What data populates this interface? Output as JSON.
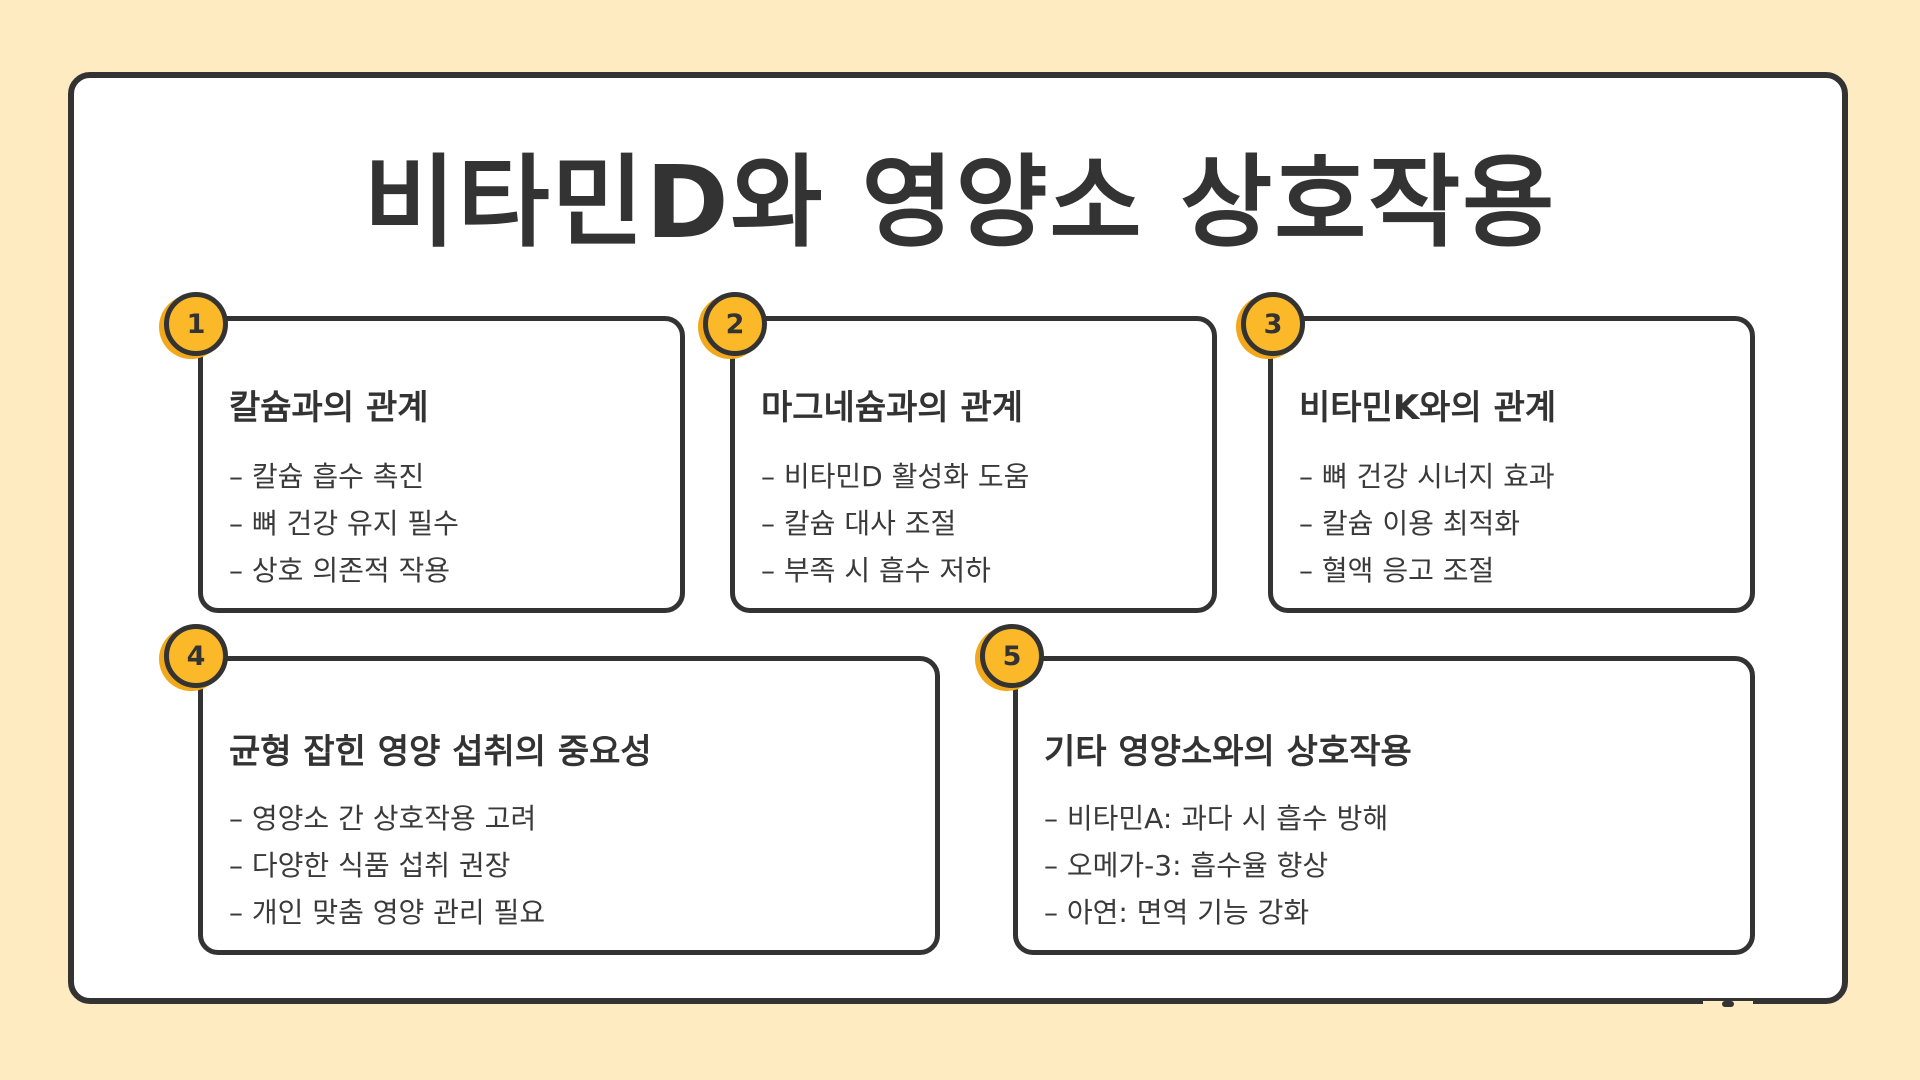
{
  "title": "비타민D와 영양소 상호작용",
  "cards": [
    {
      "number": "1",
      "heading": "칼슘과의 관계",
      "items": [
        "– 칼슘 흡수 촉진",
        "– 뼈 건강 유지 필수",
        "– 상호 의존적 작용"
      ]
    },
    {
      "number": "2",
      "heading": "마그네슘과의 관계",
      "items": [
        "– 비타민D 활성화 도움",
        "– 칼슘 대사 조절",
        "– 부족 시 흡수 저하"
      ]
    },
    {
      "number": "3",
      "heading": "비타민K와의 관계",
      "items": [
        "– 뼈 건강 시너지 효과",
        "– 칼슘 이용 최적화",
        "– 혈액 응고 조절"
      ]
    },
    {
      "number": "4",
      "heading": "균형 잡힌 영양 섭취의 중요성",
      "items": [
        "– 영양소 간 상호작용 고려",
        "– 다양한 식품 섭취 권장",
        "– 개인 맞춤 영양 관리 필요"
      ]
    },
    {
      "number": "5",
      "heading": "기타 영양소와의 상호작용",
      "items": [
        "– 비타민A: 과다 시 흡수 방해",
        "– 오메가-3: 흡수율 향상",
        "– 아연: 면역 기능 강화"
      ]
    }
  ]
}
